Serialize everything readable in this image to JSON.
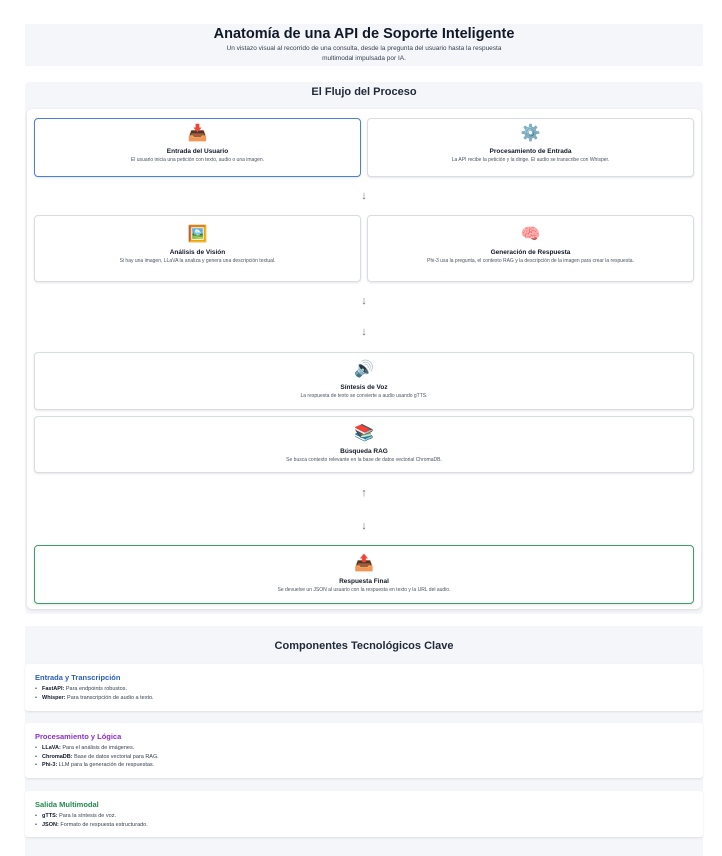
{
  "header": {
    "title": "Anatomía de una API de Soporte Inteligente",
    "subtitle_line1": "Un vistazo visual al recorrido de una consulta, desde la pregunta del usuario hasta la respuesta",
    "subtitle_line2": "multimodal impulsada por IA."
  },
  "flow": {
    "title": "El Flujo del Proceso",
    "arrows": [
      "↓",
      "↓",
      "↓",
      "↑",
      "↓"
    ],
    "nodes": [
      {
        "icon": "📥",
        "icon_name": "inbox-tray-icon",
        "title": "Entrada del Usuario",
        "desc": "El usuario inicia una petición con texto, audio o una imagen."
      },
      {
        "icon": "⚙️",
        "icon_name": "gear-icon",
        "title": "Procesamiento de Entrada",
        "desc": "La API recibe la petición y la dirige. El audio se transcribe con Whisper."
      },
      {
        "icon": "🖼️",
        "icon_name": "framed-picture-icon",
        "title": "Análisis de Visión",
        "desc": "Si hay una imagen, LLaVA la analiza y genera una descripción textual."
      },
      {
        "icon": "🧠",
        "icon_name": "brain-icon",
        "title": "Generación de Respuesta",
        "desc": "Phi-3 usa la pregunta, el contexto RAG y la descripción de la imagen para crear la respuesta."
      },
      {
        "icon": "🔊",
        "icon_name": "speaker-icon",
        "title": "Síntesis de Voz",
        "desc": "La respuesta de texto se convierte a audio usando gTTS."
      },
      {
        "icon": "📚",
        "icon_name": "books-icon",
        "title": "Búsqueda RAG",
        "desc": "Se busca contexto relevante en la base de datos vectorial ChromaDB."
      },
      {
        "icon": "📤",
        "icon_name": "outbox-tray-icon",
        "title": "Respuesta Final",
        "desc": "Se devuelve un JSON al usuario con la respuesta en texto y la URL del audio."
      }
    ]
  },
  "components": {
    "title": "Componentes Tecnológicos Clave",
    "groups": [
      {
        "title": "Entrada y Transcripción",
        "color": "#2b5fc0",
        "items": [
          {
            "name": "FastAPI:",
            "text": " Para endpoints robustos."
          },
          {
            "name": "Whisper:",
            "text": " Para transcripción de audio a texto."
          }
        ]
      },
      {
        "title": "Procesamiento y Lógica",
        "color": "#8b2fc9",
        "items": [
          {
            "name": "LLaVA:",
            "text": " Para el análisis de imágenes."
          },
          {
            "name": "ChromaDB:",
            "text": " Base de datos vectorial para RAG."
          },
          {
            "name": "Phi-3:",
            "text": " LLM para la generación de respuestas."
          }
        ]
      },
      {
        "title": "Salida Multimodal",
        "color": "#1f8a4c",
        "items": [
          {
            "name": "gTTS:",
            "text": " Para la síntesis de voz."
          },
          {
            "name": "JSON:",
            "text": " Formato de respuesta estructurado."
          }
        ]
      }
    ]
  }
}
